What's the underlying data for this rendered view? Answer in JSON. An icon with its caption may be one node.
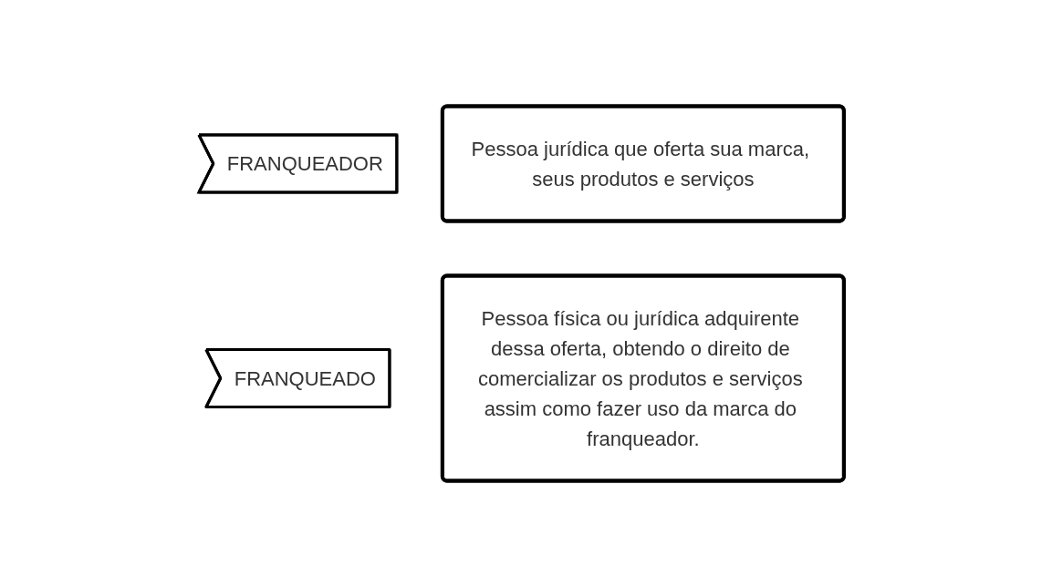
{
  "diagram": {
    "nodes": [
      {
        "text": [
          "FRANQUEADOR"
        ]
      },
      {
        "text": [
          "Pessoa jurídica que oferta sua marca, seus produtos e serviços"
        ]
      },
      {
        "text": [
          "FRANQUEADO"
        ]
      },
      {
        "text": [
          "Pessoa física ou jurídica adquirente dessa oferta, obtendo o direito de comercializar os produtos e serviços assim como fazer uso da marca do franqueador."
        ]
      }
    ],
    "edges": []
  }
}
